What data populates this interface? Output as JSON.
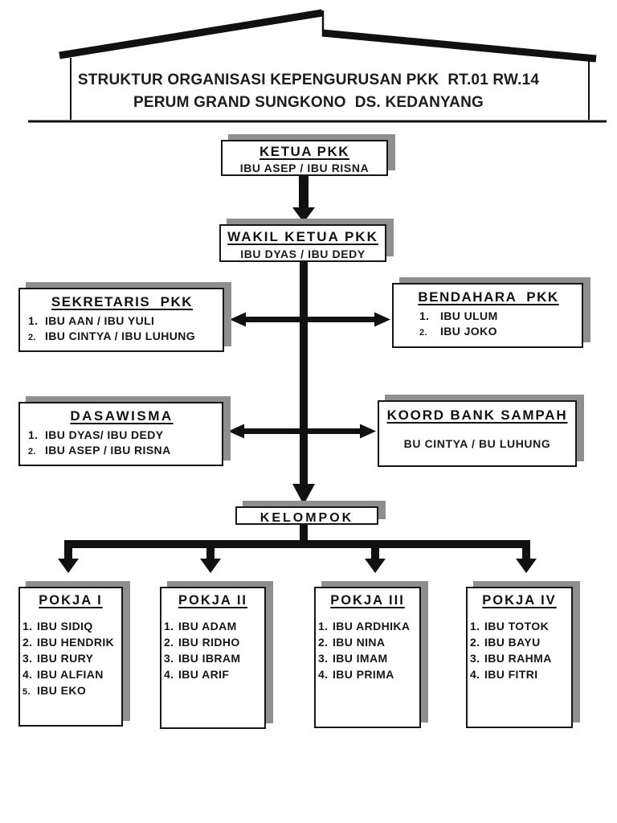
{
  "header": {
    "title_line1": "STRUKTUR ORGANISASI KEPENGURUSAN PKK  RT.01 RW.14",
    "title_line2": "PERUM GRAND SUNGKONO  DS. KEDANYANG"
  },
  "colors": {
    "line": "#111111",
    "box_border": "#161616",
    "box_shadow": "#8f8f8f",
    "background": "#ffffff"
  },
  "boxes": {
    "ketua": {
      "title": "KETUA PKK",
      "subtitle": "IBU ASEP / IBU RISNA"
    },
    "wakil": {
      "title": "WAKIL KETUA PKK",
      "subtitle": "IBU DYAS / IBU DEDY"
    },
    "sekretaris": {
      "title": "SEKRETARIS  PKK",
      "items": [
        {
          "n": "1.",
          "t": "IBU AAN / IBU YULI"
        },
        {
          "n": "2.",
          "t": "IBU CINTYA / IBU LUHUNG"
        }
      ]
    },
    "bendahara": {
      "title": "BENDAHARA  PKK",
      "items": [
        {
          "n": "1.",
          "t": "IBU ULUM"
        },
        {
          "n": "2.",
          "t": "IBU JOKO"
        }
      ]
    },
    "dasawisma": {
      "title": "DASAWISMA",
      "items": [
        {
          "n": "1.",
          "t": "IBU DYAS/ IBU DEDY"
        },
        {
          "n": "2.",
          "t": "IBU ASEP / IBU RISNA"
        }
      ]
    },
    "koord": {
      "title": "KOORD BANK SAMPAH",
      "subtitle": "BU CINTYA / BU LUHUNG"
    },
    "kelompok": {
      "title": "KELOMPOK"
    },
    "pokja1": {
      "title": "POKJA I",
      "items": [
        {
          "n": "1.",
          "t": "IBU SIDIQ"
        },
        {
          "n": "2.",
          "t": "IBU HENDRIK"
        },
        {
          "n": "3.",
          "t": "IBU RURY"
        },
        {
          "n": "4.",
          "t": "IBU ALFIAN"
        },
        {
          "n": "5.",
          "t": "IBU EKO"
        }
      ]
    },
    "pokja2": {
      "title": "POKJA II",
      "items": [
        {
          "n": "1.",
          "t": "IBU ADAM"
        },
        {
          "n": "2.",
          "t": "IBU RIDHO"
        },
        {
          "n": "3.",
          "t": "IBU IBRAM"
        },
        {
          "n": "4.",
          "t": "IBU ARIF"
        }
      ]
    },
    "pokja3": {
      "title": "POKJA III",
      "items": [
        {
          "n": "1.",
          "t": "IBU ARDHIKA"
        },
        {
          "n": "2.",
          "t": "IBU NINA"
        },
        {
          "n": "3.",
          "t": "IBU IMAM"
        },
        {
          "n": "4.",
          "t": "IBU PRIMA"
        }
      ]
    },
    "pokja4": {
      "title": "POKJA IV",
      "items": [
        {
          "n": "1.",
          "t": "IBU TOTOK"
        },
        {
          "n": "2.",
          "t": "IBU BAYU"
        },
        {
          "n": "3.",
          "t": "IBU RAHMA"
        },
        {
          "n": "4.",
          "t": "IBU FITRI"
        }
      ]
    }
  }
}
